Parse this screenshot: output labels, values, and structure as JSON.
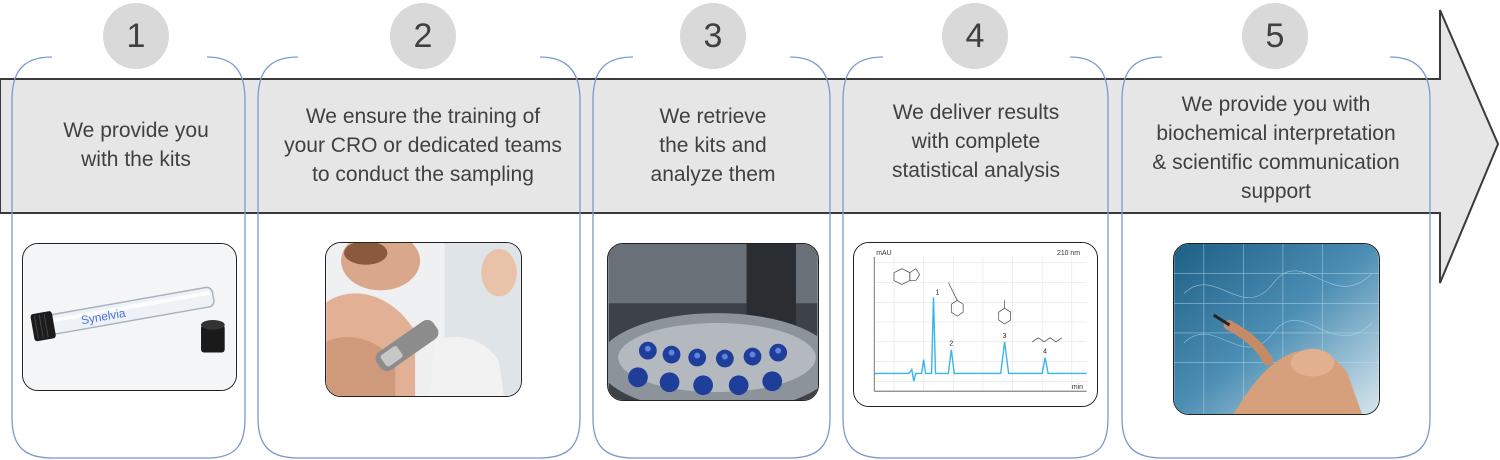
{
  "diagram": {
    "steps": [
      {
        "number": "1",
        "text": "We provide you\nwith the kits",
        "image_icon": "sample-kit-tube-icon",
        "tube_label": "Synelvia"
      },
      {
        "number": "2",
        "text": "We ensure the training of\nyour CRO or dedicated teams\nto conduct the sampling",
        "image_icon": "skin-sampling-icon"
      },
      {
        "number": "3",
        "text": "We retrieve\nthe kits and\nanalyze them",
        "image_icon": "autosampler-vials-icon"
      },
      {
        "number": "4",
        "text": "We deliver results\nwith complete\nstatistical analysis",
        "image_icon": "chromatogram-icon",
        "chromatogram": {
          "y_unit": "mAU",
          "wavelength": "210 nm",
          "x_unit": "min",
          "peak_labels": [
            "1",
            "2",
            "3",
            "4"
          ]
        }
      },
      {
        "number": "5",
        "text": "We provide you with\nbiochemical interpretation\n& scientific communication\nsupport",
        "image_icon": "scientist-hand-formulas-icon"
      }
    ],
    "colors": {
      "band": "#e6e6e6",
      "circle": "#d9d9d9",
      "frame": "#6f8fc4",
      "text": "#404040"
    }
  }
}
